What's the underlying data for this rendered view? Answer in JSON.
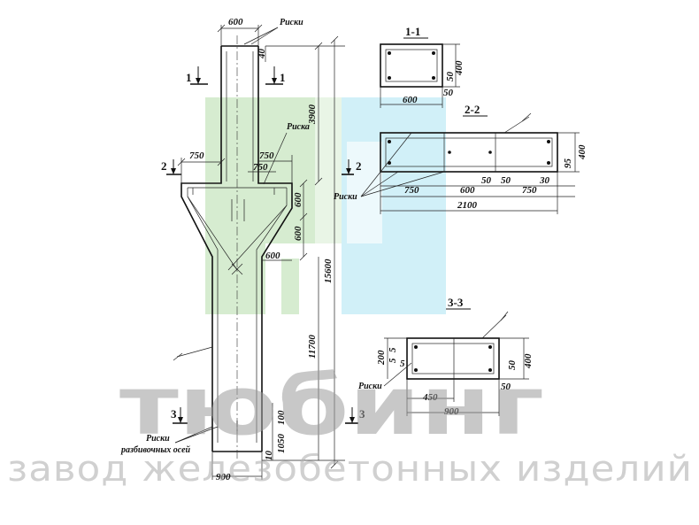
{
  "labels": {
    "riski": "Риски",
    "riska": "Риска",
    "riski_razb": "Риски",
    "razb_osey": "разбивочных осей",
    "mark_1": "1",
    "sec_1": "1-1",
    "sec_2": "2-2",
    "sec_3": "3-3",
    "cut_1": "1",
    "cut_2": "2",
    "cut_3": "3"
  },
  "dims": {
    "top_width": "600",
    "top_40": "40",
    "top_3900": "3900",
    "total_15600": "15600",
    "bracket_750_left": "750",
    "bracket_750_right_a": "750",
    "bracket_750_right_b": "750",
    "bracket_600_a": "600",
    "bracket_600_b": "600",
    "bracket_600_c": "600",
    "lower_11700": "11700",
    "bot_100": "100",
    "bot_1050": "1050",
    "bot_10": "10",
    "bot_900": "900",
    "s1_width": "600",
    "s1_400": "400",
    "s1_50a": "50",
    "s1_50b": "50",
    "s2_400": "400",
    "s2_95": "95",
    "s2_50a": "50",
    "s2_50b": "50",
    "s2_30": "30",
    "s2_750a": "750",
    "s2_600": "600",
    "s2_750b": "750",
    "s2_2100": "2100",
    "s3_200": "200",
    "s3_5a": "5",
    "s3_5b": "5",
    "s3_5c": "5",
    "s3_50a": "50",
    "s3_400": "400",
    "s3_50b": "50",
    "s3_450": "450",
    "s3_900": "900"
  },
  "watermark": {
    "brand": "тюбинг",
    "tagline": "завод железобетонных изделий"
  },
  "colors": {
    "logo_green": "#c8e6c0",
    "logo_blue": "#c6ecf6"
  }
}
